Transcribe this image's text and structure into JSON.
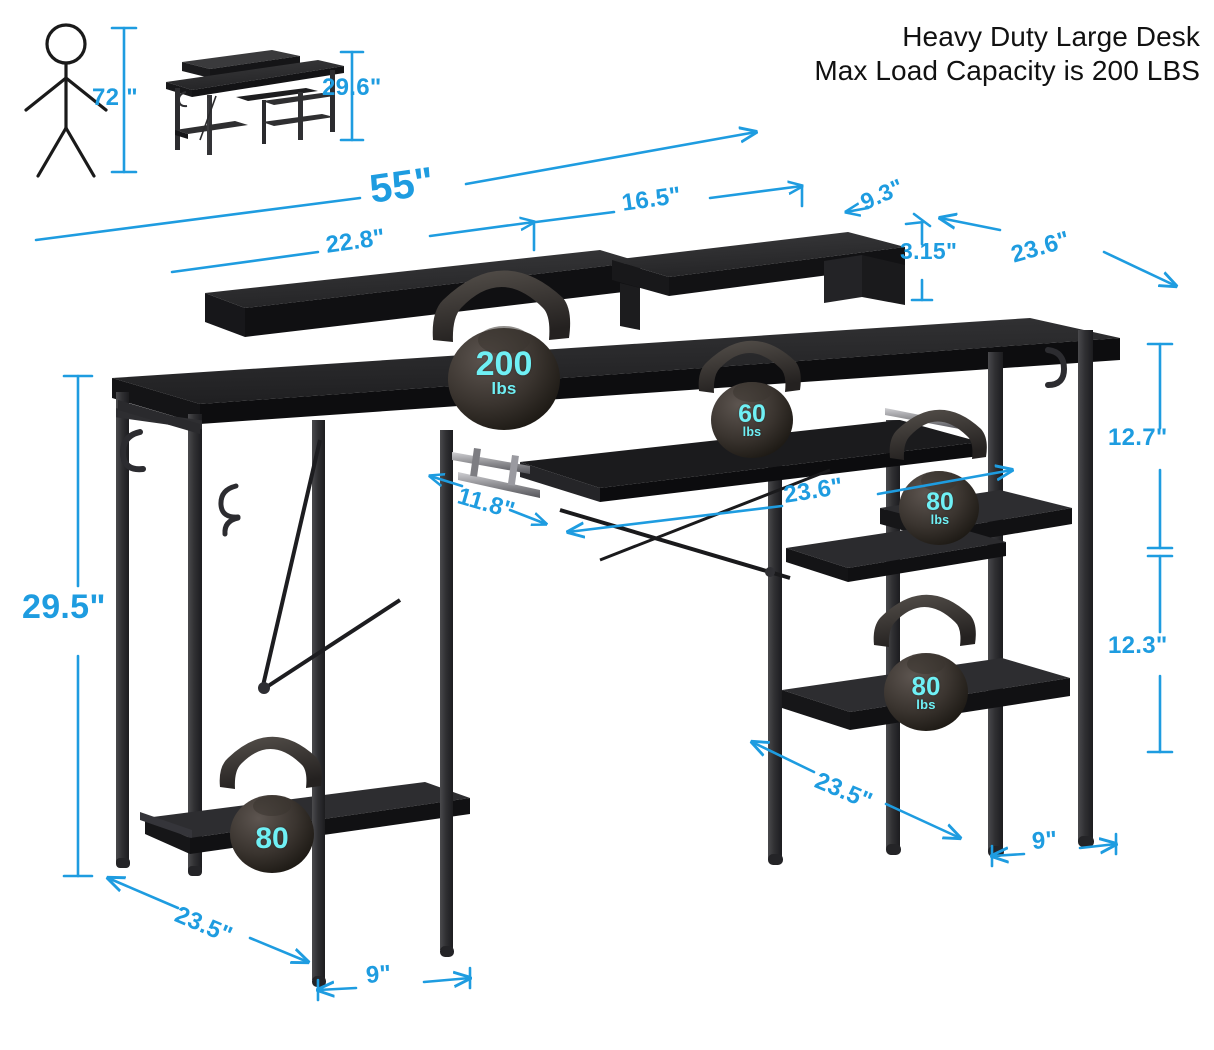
{
  "header": {
    "line1": "Heavy Duty Large Desk",
    "line2": "Max Load Capacity is 200 LBS"
  },
  "colors": {
    "dimension_blue": "#1e9ce0",
    "badge_cyan": "#6ff0f5",
    "desk_black": "#2b2b2d",
    "text_black": "#111111",
    "background": "#ffffff"
  },
  "scale_reference": {
    "person_height": "72 \"",
    "thumbnail_desk_height": "29.6\""
  },
  "dimensions": {
    "overall_width": "55\"",
    "left_top_width": "22.8\"",
    "riser_width": "16.5\"",
    "riser_depth": "9.3\"",
    "riser_height": "3.15\"",
    "desk_depth_top_right": "23.6\"",
    "desk_height": "29.5\"",
    "upper_shelf_gap": "12.7\"",
    "lower_shelf_gap": "12.3\"",
    "keyboard_tray_depth": "11.8\"",
    "keyboard_tray_width": "23.6\"",
    "left_base_depth": "23.5\"",
    "left_base_width": "9\"",
    "right_base_depth": "23.5\"",
    "right_base_width": "9\""
  },
  "load_badges": [
    {
      "name": "desktop-main",
      "value": "200",
      "unit": "lbs"
    },
    {
      "name": "keyboard-tray",
      "value": "60",
      "unit": "lbs"
    },
    {
      "name": "right-upper-shelf",
      "value": "80",
      "unit": "lbs"
    },
    {
      "name": "right-lower-shelf",
      "value": "80",
      "unit": "lbs"
    },
    {
      "name": "left-bottom-shelf",
      "value": "80",
      "unit": ""
    }
  ],
  "icons": {
    "person": "stick-figure-icon",
    "desk_thumbnail": "desk-thumbnail-icon"
  }
}
